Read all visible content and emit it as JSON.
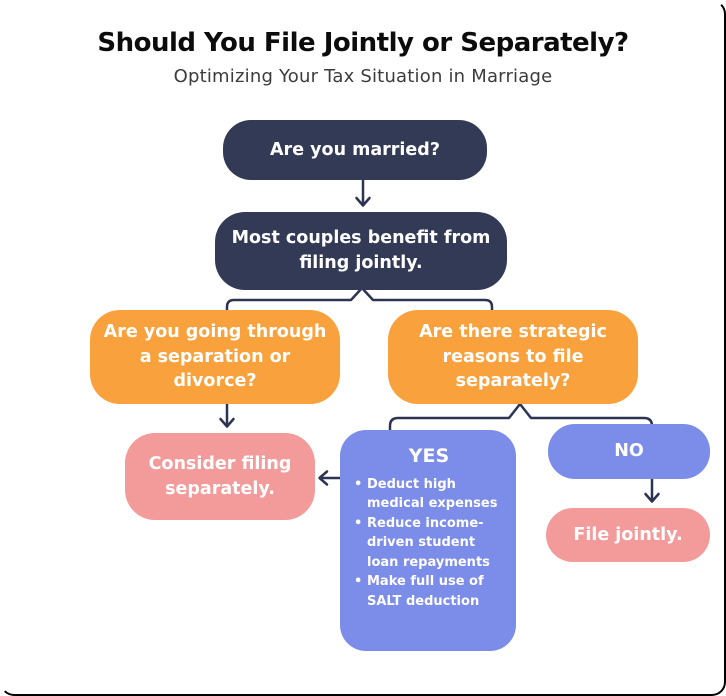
{
  "header": {
    "title": "Should You File Jointly or Separately?",
    "subtitle": "Optimizing Your Tax Situation in Marriage"
  },
  "colors": {
    "navy": "#333a56",
    "orange": "#f9a13c",
    "blue": "#7c8ce9",
    "pink": "#f39b9b",
    "line": "#2c3452",
    "background": "#ffffff",
    "text_on_node": "#ffffff"
  },
  "flowchart": {
    "nodes": {
      "married": {
        "label": "Are you married?"
      },
      "benefit": {
        "label": "Most couples benefit from filing jointly."
      },
      "separation": {
        "label": "Are you going through a separation or divorce?"
      },
      "strategic": {
        "label": "Are there strategic reasons to file separately?"
      },
      "consider": {
        "label": "Consider filing separately."
      },
      "yes": {
        "label": "YES",
        "bullets": [
          "Deduct high medical expenses",
          "Reduce income-driven student loan repayments",
          "Make full use of SALT deduction"
        ]
      },
      "no": {
        "label": "NO"
      },
      "jointly": {
        "label": "File jointly."
      }
    },
    "edges": [
      "married -> benefit",
      "benefit -> separation",
      "benefit -> strategic",
      "separation -> consider",
      "strategic -> yes",
      "strategic -> no",
      "yes -> consider",
      "no -> jointly"
    ]
  }
}
